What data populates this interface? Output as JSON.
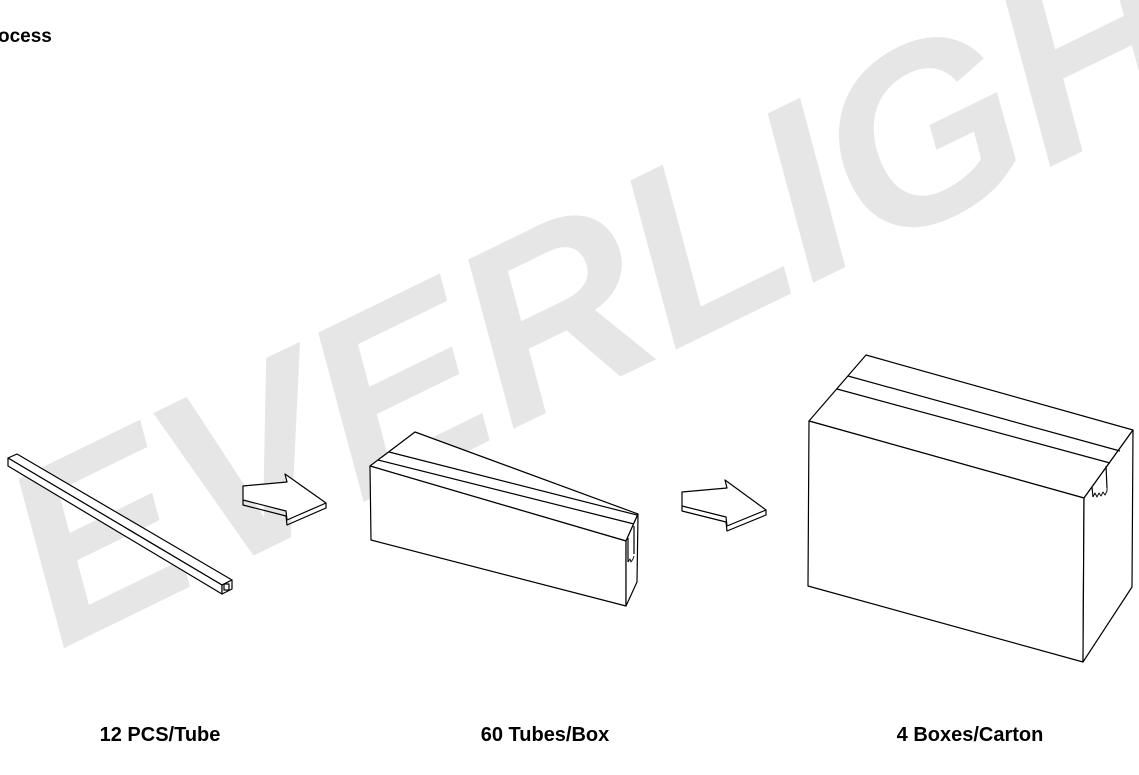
{
  "heading": "ocess",
  "watermark": "EVERLIGHT",
  "captions": {
    "tube": "12 PCS/Tube",
    "box": "60 Tubes/Box",
    "carton": "4 Boxes/Carton"
  },
  "colors": {
    "line": "#000000",
    "watermark": "#e6e6e6",
    "background": "#ffffff"
  }
}
